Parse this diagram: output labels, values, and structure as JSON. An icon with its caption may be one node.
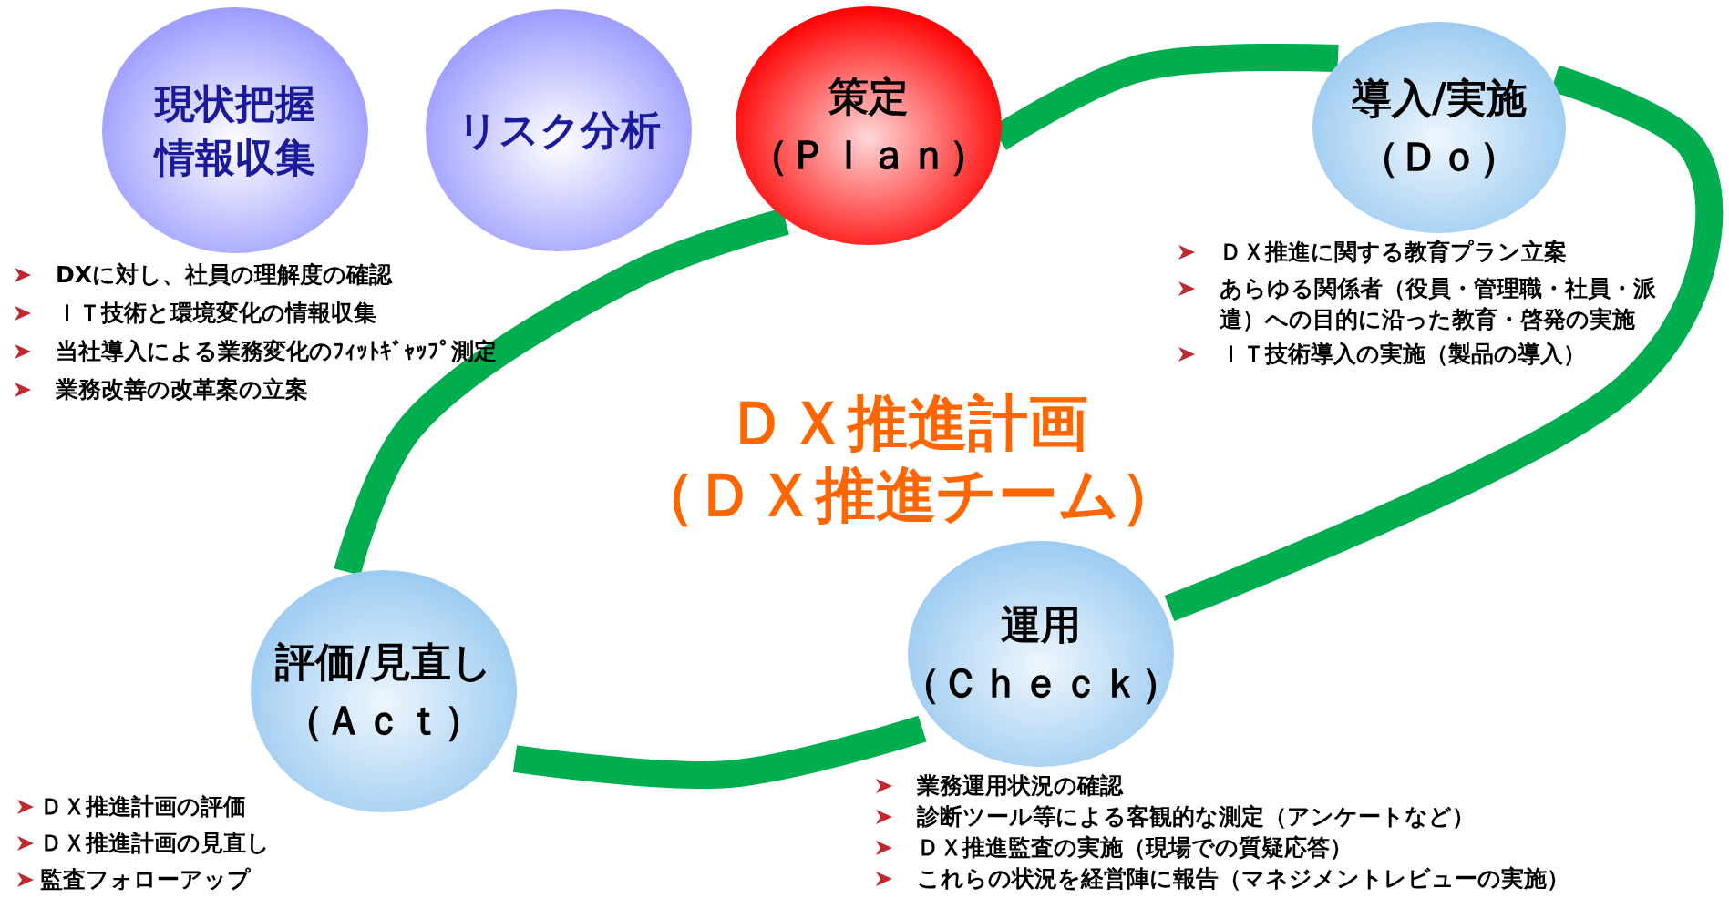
{
  "diagram": {
    "title": "ＤＸ推進計画（ＤＸ推進チーム）",
    "nodes": [
      {
        "text": [
          "現状把握情報収集"
        ]
      },
      {
        "text": [
          "リスク分析"
        ]
      },
      {
        "text": [
          "策定",
          "（Ｐｌａｎ）"
        ]
      },
      {
        "text": [
          "導入/実施",
          "（Ｄｏ）"
        ],
        "beside": [
          "ＤＸ推進に関する教育プラン立案",
          "あらゆる関係者（役員・管理職・社員・派遣）への目的に沿った教育・啓発の実施",
          "ＩＴ技術導入の実施（製品の導入）"
        ]
      },
      {
        "text": [
          "運用",
          "（Ｃｈｅｃｋ）"
        ],
        "beside": [
          "業務運用状況の確認",
          "診断ツール等による客観的な測定（アンケートなど）",
          "ＤＸ推進監査の実施（現場での質疑応答）",
          "これらの状況を経営陣に報告（マネジメントレビューの実施）"
        ]
      },
      {
        "text": [
          "評価/見直し",
          "（Ａｃｔ）"
        ],
        "beside": [
          "ＤＸ推進計画の評価",
          "ＤＸ推進計画の見直し",
          "監査フォローアップ"
        ]
      }
    ],
    "edges": [
      {
        "from": 2,
        "to": 3,
        "arrow": "none"
      },
      {
        "from": 3,
        "to": 4,
        "arrow": "none"
      },
      {
        "from": 4,
        "to": 5,
        "arrow": "none"
      },
      {
        "from": 5,
        "to": 2,
        "arrow": "none"
      }
    ],
    "labels": [
      "DXに対し、社員の理解度の確認",
      "ＩＴ技術と環境変化の情報収集",
      "当社導入による業務変化のﾌｨｯﾄｷﾞｬｯﾌﾟ測定",
      "業務改善の改革案の立案"
    ]
  }
}
